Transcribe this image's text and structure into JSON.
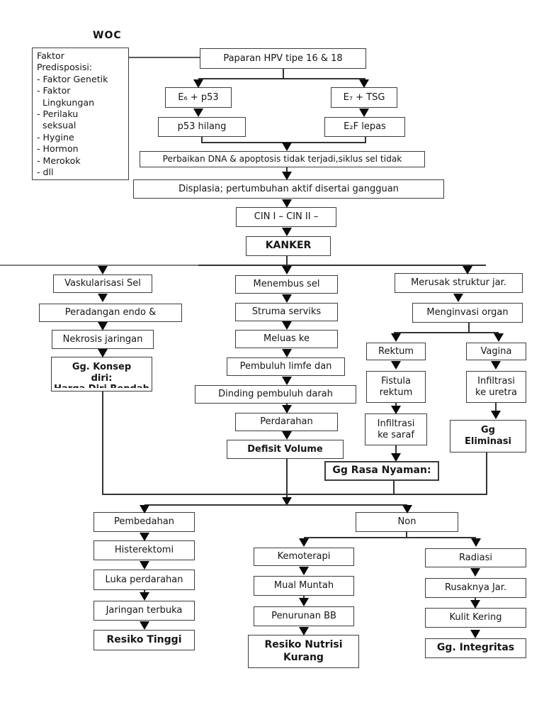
{
  "title": "WOC",
  "nodes": {
    "faktor_predisposisi": "Faktor\nPredisposisi:\n- Faktor Genetik\n- Faktor\n  Lingkungan\n- Perilaku\n  seksual\n- Hygine\n- Hormon\n- Merokok\n- dll",
    "paparan_hpv": "Paparan HPV tipe 16 & 18",
    "e6_p53": "E₆ + p53",
    "e7_tsg": "E₇ + TSG",
    "p53_hilang": "p53 hilang",
    "e2f_lepas": "E₂F lepas",
    "perbaikan_dna": "Perbaikan DNA & apoptosis tidak terjadi,siklus sel tidak",
    "displasia": "Displasia; pertumbuhan aktif disertai gangguan",
    "cin": "CIN I – CIN II –",
    "kanker": "KANKER",
    "vaskularisasi": "Vaskularisasi Sel",
    "peradangan": "Peradangan endo &",
    "nekrosis": "Nekrosis jaringan",
    "gg_konsep_diri": "Gg. Konsep\ndiri:",
    "gg_konsep_diri_clipped": "Harga Diri Rendah",
    "menembus_sel": "Menembus sel",
    "struma_serviks": "Struma serviks",
    "meluas_ke": "Meluas ke",
    "pembuluh_limfe": "Pembuluh limfe dan",
    "dinding_pembuluh": "Dinding pembuluh darah",
    "perdarahan": "Perdarahan",
    "defisit_volume": "Defisit Volume",
    "merusak_struktur": "Merusak struktur jar.",
    "menginvasi_organ": "Menginvasi organ",
    "rektum": "Rektum",
    "vagina": "Vagina",
    "fistula_rektum": "Fistula\nrektum",
    "infiltrasi_uretra": "Infiltrasi\nke uretra",
    "infiltrasi_saraf": "Infiltrasi\nke saraf",
    "gg_eliminasi": "Gg\nEliminasi",
    "gg_rasa_nyaman": "Gg Rasa Nyaman:",
    "pembedahan": "Pembedahan",
    "histerektomi": "Histerektomi",
    "luka_perdarahan": "Luka perdarahan",
    "jaringan_terbuka": "Jaringan terbuka",
    "resiko_tinggi": "Resiko Tinggi",
    "non": "Non",
    "kemoterapi": "Kemoterapi",
    "mual_muntah": "Mual Muntah",
    "penurunan_bb": "Penurunan BB",
    "resiko_nutrisi": "Resiko Nutrisi\nKurang",
    "radiasi": "Radiasi",
    "rusaknya_jar": "Rusaknya Jar.",
    "kulit_kering": "Kulit Kering",
    "gg_integritas": "Gg. Integritas"
  }
}
